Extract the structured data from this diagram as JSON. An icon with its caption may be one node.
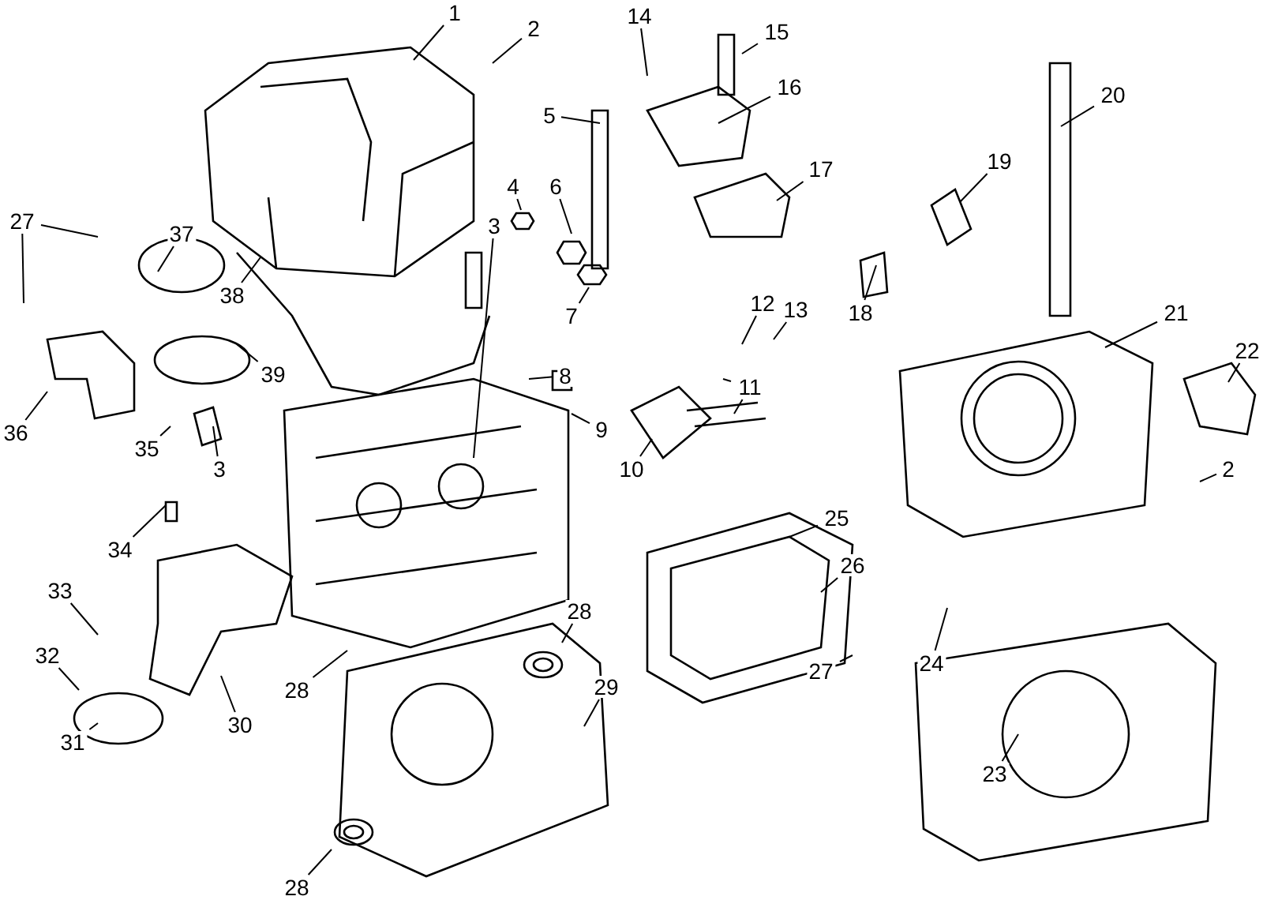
{
  "diagram": {
    "nodes": [
      {
        "text": [
          "1"
        ]
      },
      {
        "text": [
          "2"
        ]
      },
      {
        "text": [
          "14"
        ]
      },
      {
        "text": [
          "15"
        ]
      },
      {
        "text": [
          "16"
        ]
      },
      {
        "text": [
          "20"
        ]
      },
      {
        "text": [
          "5"
        ]
      },
      {
        "text": [
          "19"
        ]
      },
      {
        "text": [
          "17"
        ]
      },
      {
        "text": [
          "4"
        ]
      },
      {
        "text": [
          "6"
        ]
      },
      {
        "text": [
          "27"
        ]
      },
      {
        "text": [
          "3"
        ]
      },
      {
        "text": [
          "37"
        ]
      },
      {
        "text": [
          "38"
        ]
      },
      {
        "text": [
          "12"
        ]
      },
      {
        "text": [
          "13"
        ]
      },
      {
        "text": [
          "18"
        ]
      },
      {
        "text": [
          "21"
        ]
      },
      {
        "text": [
          "7"
        ]
      },
      {
        "text": [
          "22"
        ]
      },
      {
        "text": [
          "39"
        ]
      },
      {
        "text": [
          "8"
        ]
      },
      {
        "text": [
          "11"
        ]
      },
      {
        "text": [
          "9"
        ]
      },
      {
        "text": [
          "36"
        ]
      },
      {
        "text": [
          "35"
        ]
      },
      {
        "text": [
          "3"
        ]
      },
      {
        "text": [
          "10"
        ]
      },
      {
        "text": [
          "2"
        ]
      },
      {
        "text": [
          "25"
        ]
      },
      {
        "text": [
          "34"
        ]
      },
      {
        "text": [
          "26"
        ]
      },
      {
        "text": [
          "33"
        ]
      },
      {
        "text": [
          "28"
        ]
      },
      {
        "text": [
          "32"
        ]
      },
      {
        "text": [
          "24"
        ]
      },
      {
        "text": [
          "27"
        ]
      },
      {
        "text": [
          "29"
        ]
      },
      {
        "text": [
          "28"
        ]
      },
      {
        "text": [
          "30"
        ]
      },
      {
        "text": [
          "31"
        ]
      },
      {
        "text": [
          "23"
        ]
      },
      {
        "text": [
          "28"
        ]
      }
    ],
    "edges": [
      {
        "from": 0,
        "to": null,
        "arrow": "none"
      },
      {
        "from": 1,
        "to": null,
        "arrow": "none"
      },
      {
        "from": 2,
        "to": null,
        "arrow": "none"
      },
      {
        "from": 3,
        "to": null,
        "arrow": "none"
      },
      {
        "from": 4,
        "to": null,
        "arrow": "none"
      },
      {
        "from": 5,
        "to": null,
        "arrow": "none"
      },
      {
        "from": 6,
        "to": null,
        "arrow": "none"
      },
      {
        "from": 7,
        "to": null,
        "arrow": "none"
      },
      {
        "from": 8,
        "to": null,
        "arrow": "none"
      },
      {
        "from": 9,
        "to": null,
        "arrow": "none"
      },
      {
        "from": 10,
        "to": null,
        "arrow": "none"
      },
      {
        "from": 11,
        "to": null,
        "arrow": "none"
      },
      {
        "from": 11,
        "to": null,
        "arrow": "none"
      },
      {
        "from": 12,
        "to": null,
        "arrow": "none"
      },
      {
        "from": 13,
        "to": null,
        "arrow": "none"
      },
      {
        "from": 14,
        "to": null,
        "arrow": "none"
      },
      {
        "from": 15,
        "to": null,
        "arrow": "none"
      },
      {
        "from": 16,
        "to": null,
        "arrow": "none"
      },
      {
        "from": 17,
        "to": null,
        "arrow": "none"
      },
      {
        "from": 18,
        "to": null,
        "arrow": "none"
      },
      {
        "from": 19,
        "to": null,
        "arrow": "none"
      },
      {
        "from": 20,
        "to": null,
        "arrow": "none"
      },
      {
        "from": 21,
        "to": null,
        "arrow": "none"
      },
      {
        "from": 22,
        "to": null,
        "arrow": "none"
      },
      {
        "from": 23,
        "to": null,
        "arrow": "none"
      },
      {
        "from": 23,
        "to": null,
        "arrow": "none"
      },
      {
        "from": 24,
        "to": null,
        "arrow": "none"
      },
      {
        "from": 25,
        "to": null,
        "arrow": "none"
      },
      {
        "from": 26,
        "to": null,
        "arrow": "none"
      },
      {
        "from": 27,
        "to": null,
        "arrow": "none"
      },
      {
        "from": 28,
        "to": null,
        "arrow": "none"
      },
      {
        "from": 29,
        "to": null,
        "arrow": "none"
      },
      {
        "from": 30,
        "to": null,
        "arrow": "none"
      },
      {
        "from": 31,
        "to": null,
        "arrow": "none"
      },
      {
        "from": 32,
        "to": null,
        "arrow": "none"
      },
      {
        "from": 33,
        "to": null,
        "arrow": "none"
      },
      {
        "from": 34,
        "to": null,
        "arrow": "none"
      },
      {
        "from": 35,
        "to": null,
        "arrow": "none"
      },
      {
        "from": 36,
        "to": null,
        "arrow": "none"
      },
      {
        "from": 37,
        "to": null,
        "arrow": "none"
      },
      {
        "from": 38,
        "to": null,
        "arrow": "none"
      },
      {
        "from": 39,
        "to": null,
        "arrow": "none"
      },
      {
        "from": 40,
        "to": null,
        "arrow": "none"
      },
      {
        "from": 41,
        "to": null,
        "arrow": "none"
      },
      {
        "from": 42,
        "to": null,
        "arrow": "none"
      },
      {
        "from": 43,
        "to": null,
        "arrow": "none"
      }
    ]
  }
}
